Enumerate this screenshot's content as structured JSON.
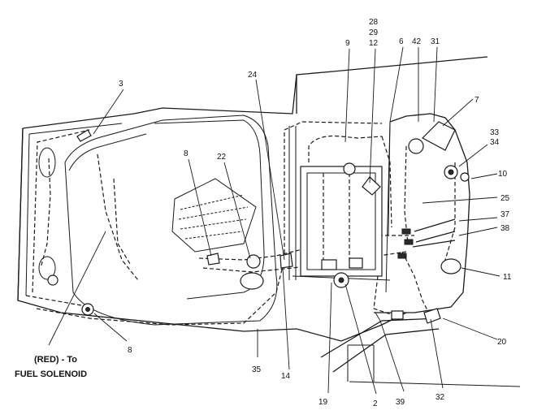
{
  "callouts": [
    {
      "id": "c3",
      "text": "3"
    },
    {
      "id": "c24",
      "text": "24"
    },
    {
      "id": "c9",
      "text": "9"
    },
    {
      "id": "c28",
      "text": "28"
    },
    {
      "id": "c29",
      "text": "29"
    },
    {
      "id": "c12",
      "text": "12"
    },
    {
      "id": "c6",
      "text": "6"
    },
    {
      "id": "c42",
      "text": "42"
    },
    {
      "id": "c31",
      "text": "31"
    },
    {
      "id": "c7",
      "text": "7"
    },
    {
      "id": "c33",
      "text": "33"
    },
    {
      "id": "c34",
      "text": "34"
    },
    {
      "id": "c10",
      "text": "10"
    },
    {
      "id": "c25",
      "text": "25"
    },
    {
      "id": "c37",
      "text": "37"
    },
    {
      "id": "c38",
      "text": "38"
    },
    {
      "id": "c11",
      "text": "11"
    },
    {
      "id": "c20",
      "text": "20"
    },
    {
      "id": "c32",
      "text": "32"
    },
    {
      "id": "c39",
      "text": "39"
    },
    {
      "id": "c2",
      "text": "2"
    },
    {
      "id": "c19",
      "text": "19"
    },
    {
      "id": "c14",
      "text": "14"
    },
    {
      "id": "c35",
      "text": "35"
    },
    {
      "id": "c8a",
      "text": "8"
    },
    {
      "id": "c22",
      "text": "22"
    },
    {
      "id": "c8b",
      "text": "8"
    }
  ],
  "caption": {
    "line1": "(RED) - To",
    "line2": "FUEL SOLENOID"
  }
}
